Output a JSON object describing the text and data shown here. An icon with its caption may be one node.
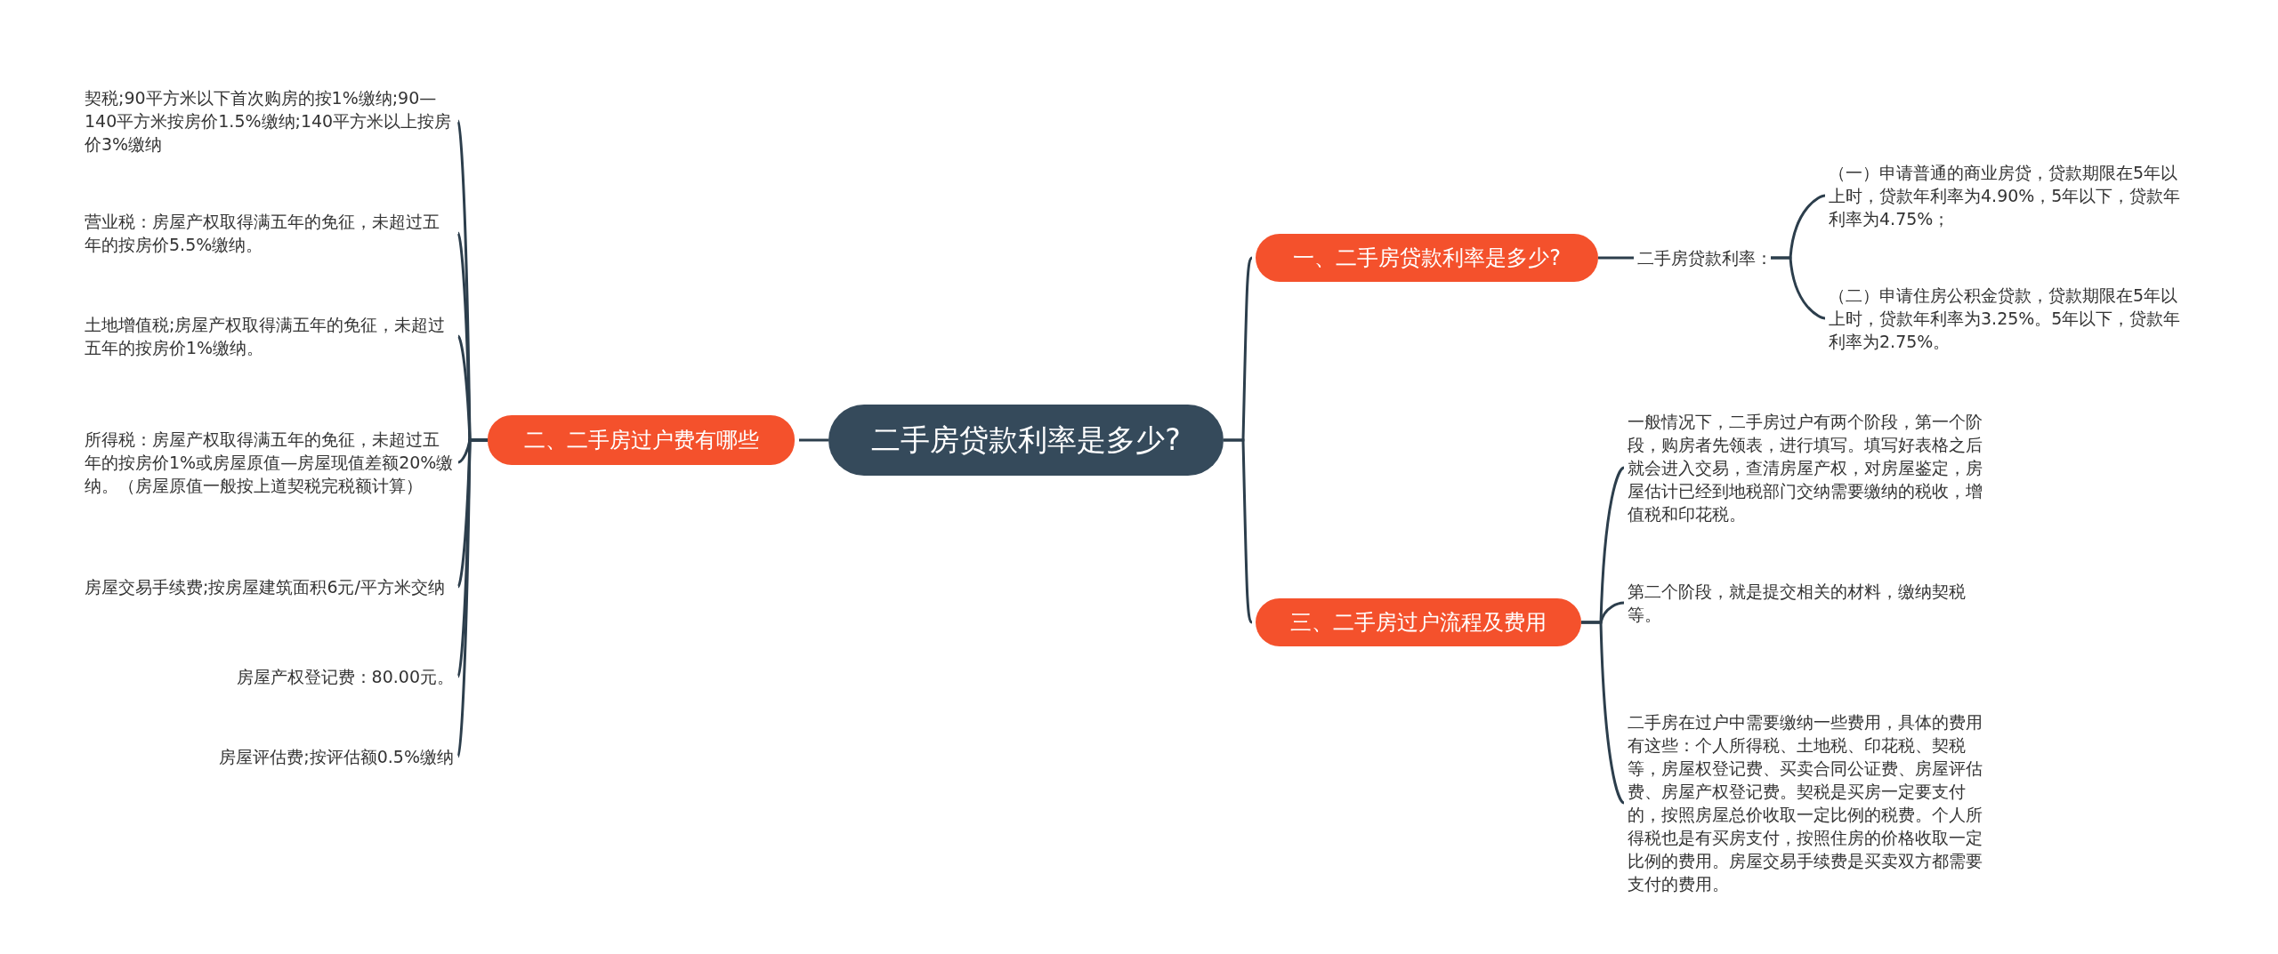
{
  "diagram": {
    "nodes": [
      {
        "text": [
          "二手房贷款利率是多少?"
        ]
      },
      {
        "text": [
          "一、二手房贷款利率是多少?"
        ]
      },
      {
        "text": [
          "二手房贷款利率："
        ]
      },
      {
        "text": [
          "（一）申请普通的商业房贷，贷款期限在5年以上时，贷款年利率为4.90%，5年以下，贷款年利率为4.75%；"
        ]
      },
      {
        "text": [
          "（二）申请住房公积金贷款，贷款期限在5年以上时，贷款年利率为3.25%。5年以下，贷款年利率为2.75%。"
        ]
      },
      {
        "text": [
          "二、二手房过户费有哪些"
        ]
      },
      {
        "text": [
          "契税;90平方米以下首次购房的按1%缴纳;90—140平方米按房价1.5%缴纳;140平方米以上按房价3%缴纳"
        ]
      },
      {
        "text": [
          "营业税：房屋产权取得满五年的免征，未超过五年的按房价5.5%缴纳。"
        ]
      },
      {
        "text": [
          "土地增值税;房屋产权取得满五年的免征，未超过五年的按房价1%缴纳。"
        ]
      },
      {
        "text": [
          "所得税：房屋产权取得满五年的免征，未超过五年的按房价1%或房屋原值—房屋现值差额20%缴纳。（房屋原值一般按上道契税完税额计算）"
        ]
      },
      {
        "text": [
          "房屋交易手续费;按房屋建筑面积6元/平方米交纳"
        ]
      },
      {
        "text": [
          "房屋产权登记费：80.00元。"
        ]
      },
      {
        "text": [
          "房屋评估费;按评估额0.5%缴纳"
        ]
      },
      {
        "text": [
          "三、二手房过户流程及费用"
        ]
      },
      {
        "text": [
          "一般情况下，二手房过户有两个阶段，第一个阶段，购房者先领表，进行填写。填写好表格之后就会进入交易，查清房屋产权，对房屋鉴定，房屋估计已经到地税部门交纳需要缴纳的税收，增值税和印花税。"
        ]
      },
      {
        "text": [
          "第二个阶段，就是提交相关的材料，缴纳契税等。"
        ]
      },
      {
        "text": [
          "二手房在过户中需要缴纳一些费用，具体的费用有这些：个人所得税、土地税、印花税、契税等，房屋权登记费、买卖合同公证费、房屋评估费、房屋产权登记费。契税是买房一定要支付的，按照房屋总价收取一定比例的税费。个人所得税也是有买房支付，按照住房的价格收取一定比例的费用。房屋交易手续费是买卖双方都需要支付的费用。"
        ]
      }
    ],
    "edges": [
      {
        "from": 0,
        "to": 1,
        "arrow": "none"
      },
      {
        "from": 1,
        "to": 2,
        "arrow": "none"
      },
      {
        "from": 2,
        "to": 3,
        "arrow": "none"
      },
      {
        "from": 2,
        "to": 4,
        "arrow": "none"
      },
      {
        "from": 0,
        "to": 5,
        "arrow": "none"
      },
      {
        "from": 5,
        "to": 6,
        "arrow": "none"
      },
      {
        "from": 5,
        "to": 7,
        "arrow": "none"
      },
      {
        "from": 5,
        "to": 8,
        "arrow": "none"
      },
      {
        "from": 5,
        "to": 9,
        "arrow": "none"
      },
      {
        "from": 5,
        "to": 10,
        "arrow": "none"
      },
      {
        "from": 5,
        "to": 11,
        "arrow": "none"
      },
      {
        "from": 5,
        "to": 12,
        "arrow": "none"
      },
      {
        "from": 0,
        "to": 13,
        "arrow": "none"
      },
      {
        "from": 13,
        "to": 14,
        "arrow": "none"
      },
      {
        "from": 13,
        "to": 15,
        "arrow": "none"
      },
      {
        "from": 13,
        "to": 16,
        "arrow": "none"
      }
    ]
  }
}
